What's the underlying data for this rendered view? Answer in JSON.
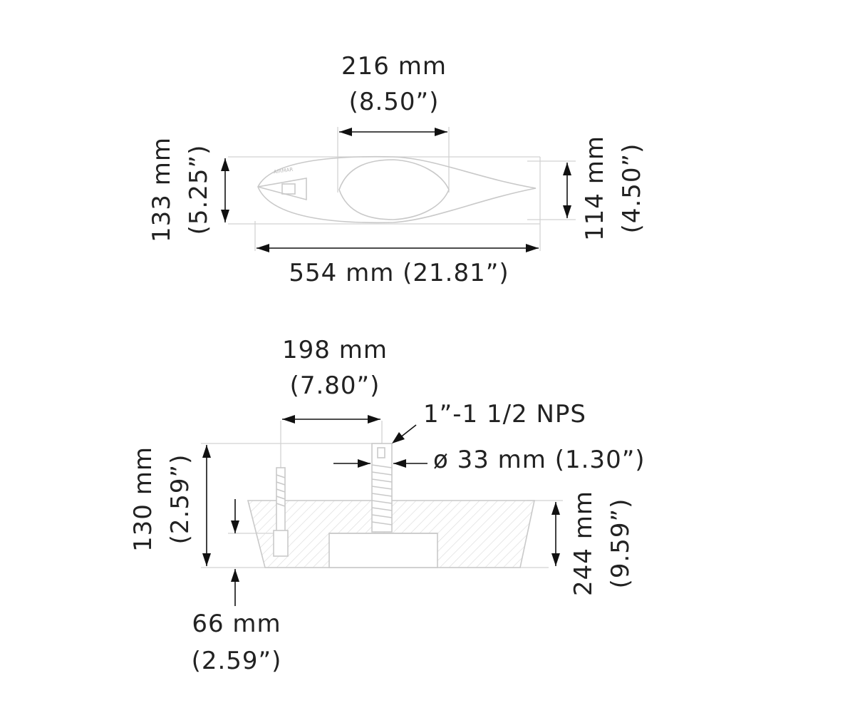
{
  "top_view": {
    "width_label_mm": "216 mm",
    "width_label_in": "(8.50”)",
    "height_left_mm": "133 mm",
    "height_left_in": "(5.25”)",
    "height_right_mm": "114 mm",
    "height_right_in": "(4.50”)",
    "length_label": "554 mm (21.81”)",
    "logo_text": "AIRMAR"
  },
  "side_view": {
    "stem_spacing_mm": "198 mm",
    "stem_spacing_in": "(7.80”)",
    "thread_label": "1”-1 1/2 NPS",
    "diameter_label": "ø 33 mm (1.30”)",
    "height_left_mm": "130 mm",
    "height_left_in": "(2.59”)",
    "height_right_mm": "244 mm",
    "height_right_in": "(9.59”)",
    "base_height_mm": "66 mm",
    "base_height_in": "(2.59”)"
  },
  "colors": {
    "outline": "#c9c9c9",
    "dimension": "#111111",
    "text": "#222222"
  }
}
